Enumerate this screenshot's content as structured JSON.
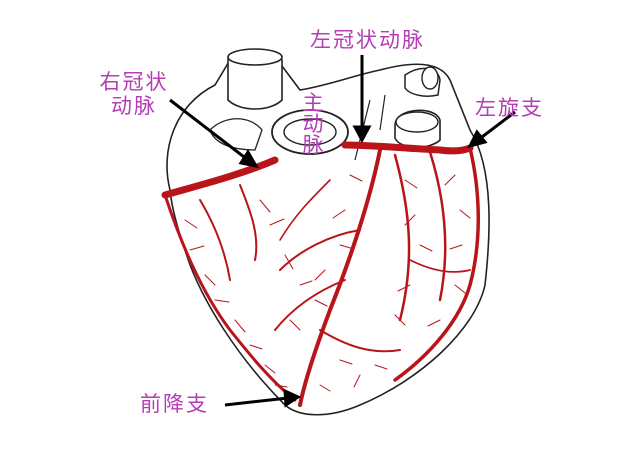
{
  "labels": {
    "right_coronary_line1": "右冠状",
    "right_coronary_line2": "动脉",
    "left_coronary": "左冠状动脉",
    "aorta": "主动脉",
    "left_circumflex": "左旋支",
    "anterior_descending": "前降支"
  },
  "colors": {
    "label": "#b43cb4",
    "artery": "#b8141a",
    "outline": "#222222",
    "arrow": "#000000"
  }
}
